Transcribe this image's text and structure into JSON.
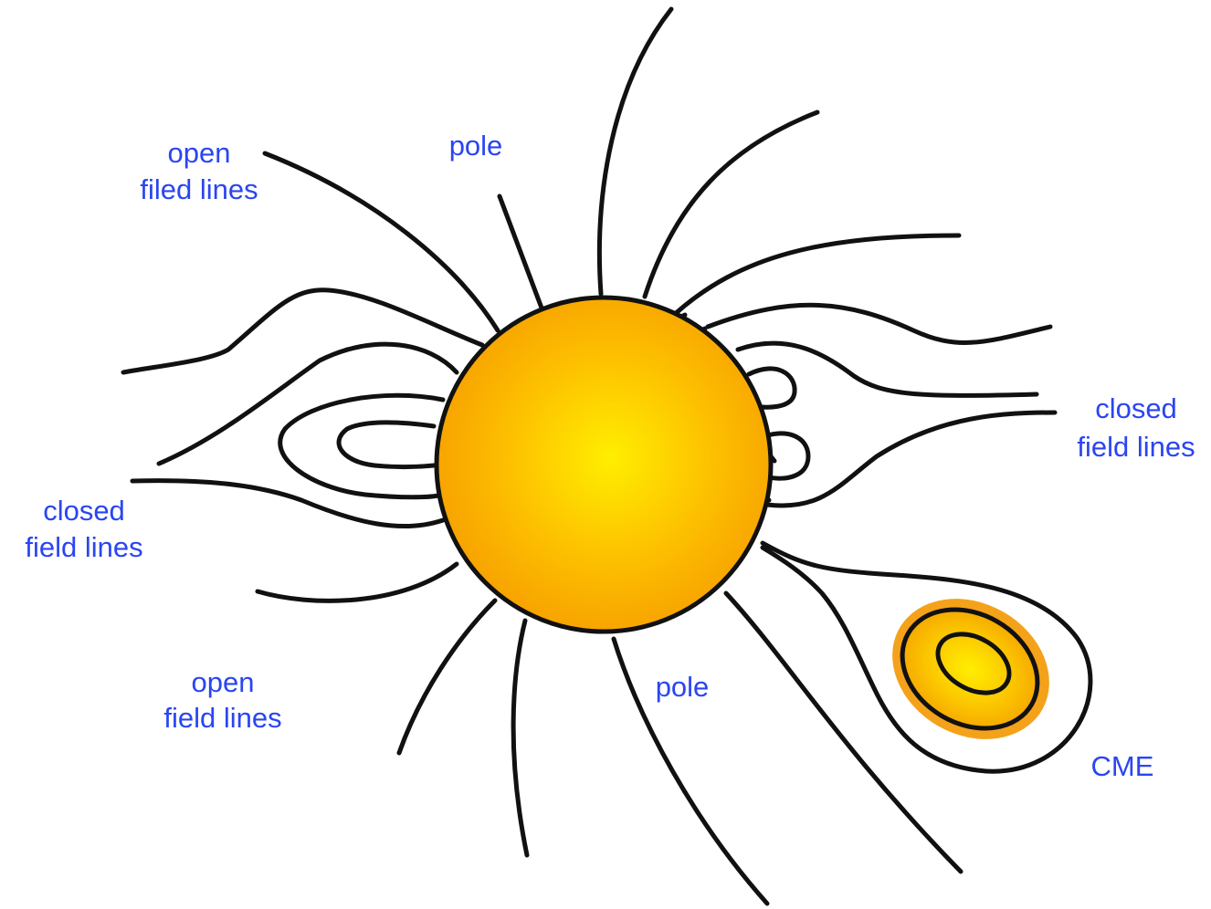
{
  "labels": {
    "open_top_left_1": "open",
    "open_top_left_2": "filed lines",
    "pole_top": "pole",
    "closed_right_1": "closed",
    "closed_right_2": "field lines",
    "closed_left_1": "closed",
    "closed_left_2": "field lines",
    "open_bottom_left_1": "open",
    "open_bottom_left_2": "field lines",
    "pole_bottom": "pole",
    "cme": "CME"
  },
  "colors": {
    "label": "#2a45f2",
    "line": "#111111",
    "sun_core": "#ffee00",
    "sun_edge": "#f7a500",
    "cme_outer": "#f4a21a"
  }
}
